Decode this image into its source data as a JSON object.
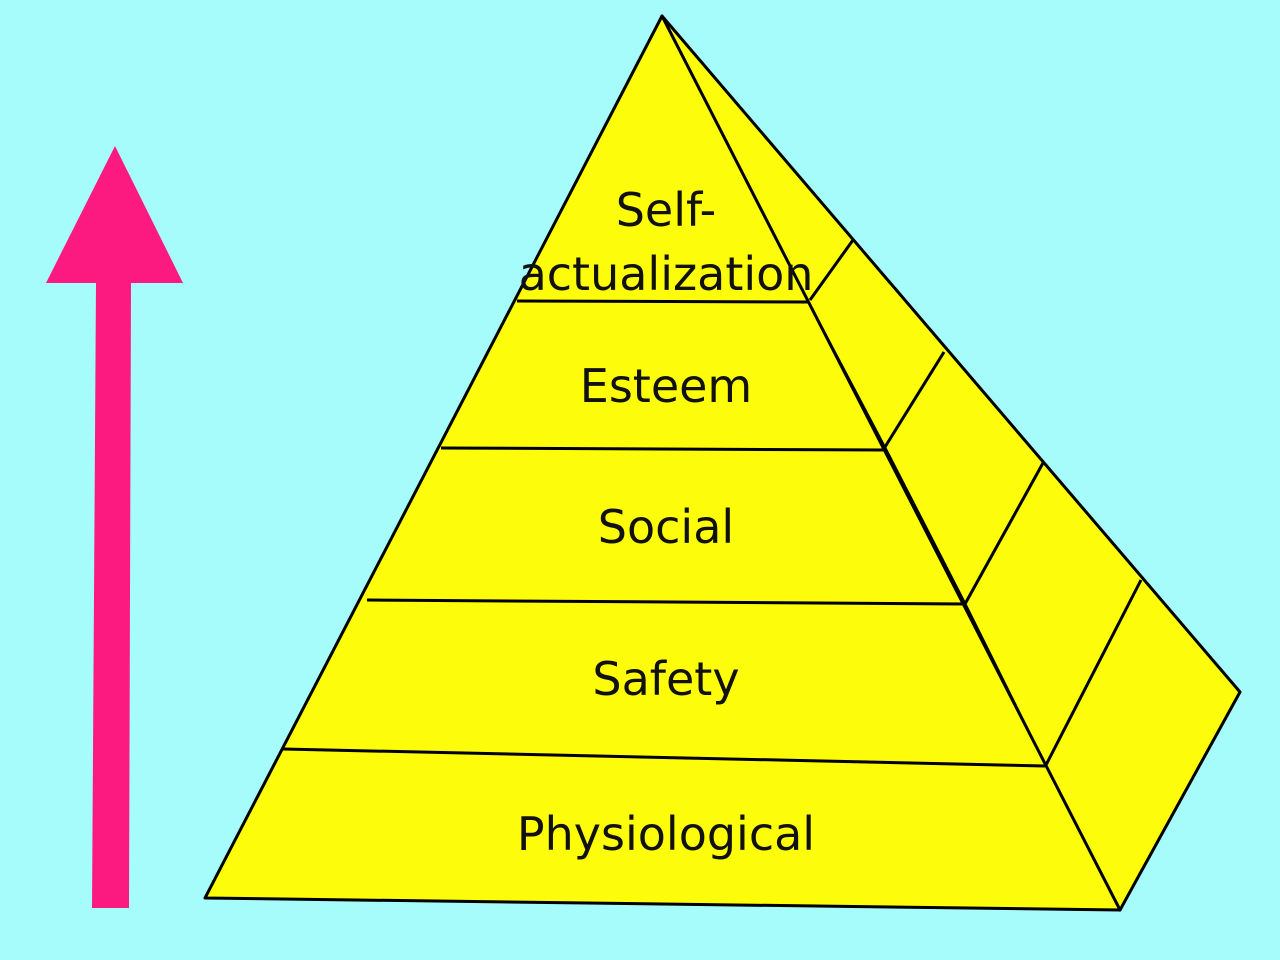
{
  "diagram": {
    "type": "pyramid",
    "levels": [
      {
        "label_line1": "Self-",
        "label_line2": "actualization"
      },
      {
        "label": "Esteem"
      },
      {
        "label": "Social"
      },
      {
        "label": "Safety"
      },
      {
        "label": "Physiological"
      }
    ],
    "arrow": {
      "direction": "up",
      "color": "#fc1a80"
    },
    "colors": {
      "background": "#a5fcfb",
      "pyramid_fill": "#fdfc0a",
      "outline": "#000000"
    }
  }
}
